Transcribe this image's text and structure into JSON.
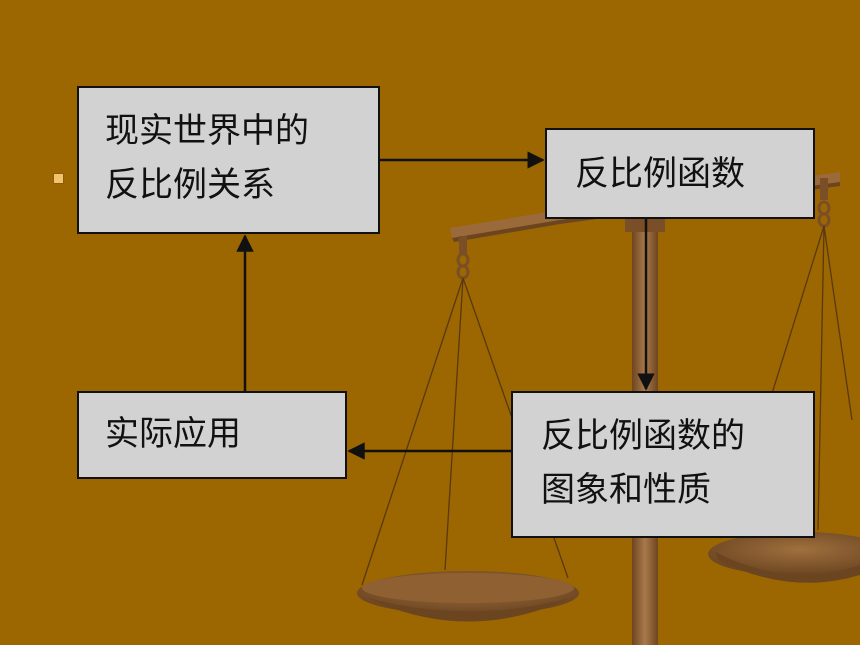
{
  "diagram": {
    "nodes": [
      {
        "id": "n1",
        "lines": [
          "现实世界中的",
          "反比例关系"
        ]
      },
      {
        "id": "n2",
        "lines": [
          "反比例函数"
        ]
      },
      {
        "id": "n3",
        "lines": [
          "实际应用"
        ]
      },
      {
        "id": "n4",
        "lines": [
          "反比例函数的",
          "图象和性质"
        ]
      }
    ],
    "edges": [
      {
        "from": "n1",
        "to": "n2"
      },
      {
        "from": "n2",
        "to": "n4"
      },
      {
        "from": "n4",
        "to": "n3"
      },
      {
        "from": "n3",
        "to": "n1"
      }
    ]
  },
  "colors": {
    "background": "#9c6700",
    "box_fill": "#d2d2d2",
    "box_border": "#111111",
    "bullet": "#f3c36a",
    "scale_wood": "#8a5a2a"
  }
}
